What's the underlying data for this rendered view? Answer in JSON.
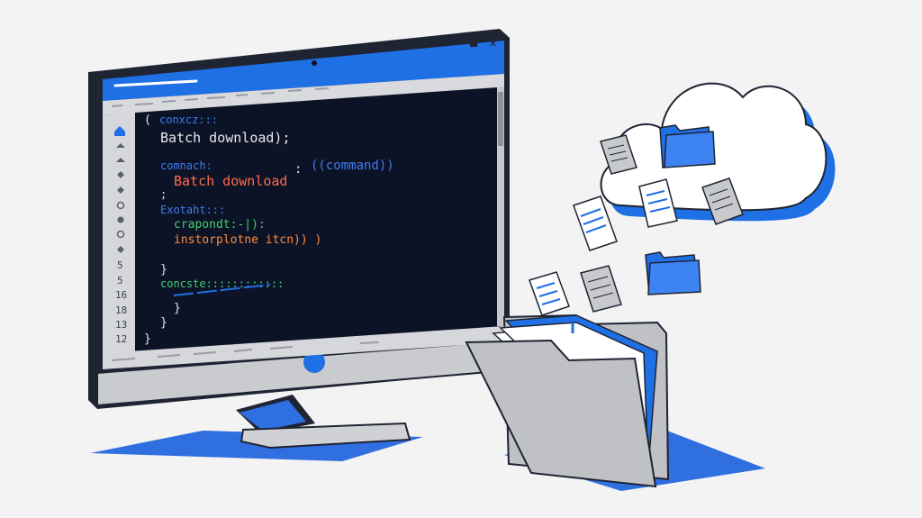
{
  "editor": {
    "line_numbers": [
      "5",
      "5",
      "16",
      "18",
      "13",
      "12"
    ],
    "lines": [
      {
        "text": "(",
        "color": "#e6e6e6"
      },
      {
        "text": "conxcz:::",
        "color": "#3d7cf0"
      },
      {
        "text": "Batch download);",
        "color": "#e9e9e9"
      },
      {
        "text": "comnach:",
        "color": "#3d7cf0"
      },
      {
        "text": "Batch download",
        "color": "#ff6a4d"
      },
      {
        "text": ":",
        "color": "#e6e6e6"
      },
      {
        "text": "((command))",
        "color": "#3d7cf0"
      },
      {
        "text": ";",
        "color": "#e6e6e6"
      },
      {
        "text": "Exotaht:::",
        "color": "#3d7cf0"
      },
      {
        "text": "crapondt:-|):",
        "color": "#3ecf6a"
      },
      {
        "text": "instorplotne itcn)) )",
        "color": "#ff8b3d"
      },
      {
        "text": "}",
        "color": "#e6e6e6"
      },
      {
        "text": "concste::::::::::::",
        "color": "#3ecf6a"
      },
      {
        "text": "}",
        "color": "#e6e6e6"
      },
      {
        "text": "}",
        "color": "#e6e6e6"
      },
      {
        "text": "}",
        "color": "#e6e6e6"
      }
    ]
  },
  "colors": {
    "accent": "#1f6fe5",
    "dark_bezel": "#1f2433",
    "editor_bg": "#0d1326",
    "light_gray": "#c9cbcf",
    "folder_gray": "#bfc1c5"
  },
  "icons": [
    "home-icon",
    "close-icon",
    "camera-dot-icon",
    "power-button-icon",
    "cloud-icon",
    "folder-icon",
    "document-icon"
  ]
}
